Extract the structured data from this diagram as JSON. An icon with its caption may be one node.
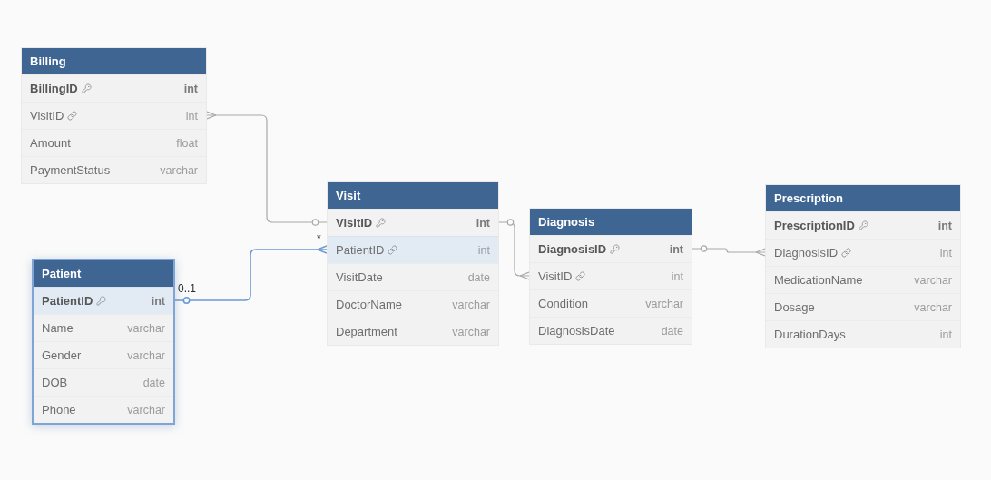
{
  "diagram": {
    "nodes": [
      {
        "text": [
          "Billing"
        ]
      },
      {
        "text": [
          "BillingID",
          "int"
        ],
        "in": 0
      },
      {
        "text": [
          "VisitID",
          "int"
        ],
        "in": 0
      },
      {
        "text": [
          "Amount",
          "float"
        ],
        "in": 0
      },
      {
        "text": [
          "PaymentStatus",
          "varchar"
        ],
        "in": 0
      },
      {
        "text": [
          "Patient"
        ]
      },
      {
        "text": [
          "PatientID",
          "int"
        ],
        "in": 5
      },
      {
        "text": [
          "Name",
          "varchar"
        ],
        "in": 5
      },
      {
        "text": [
          "Gender",
          "varchar"
        ],
        "in": 5
      },
      {
        "text": [
          "DOB",
          "date"
        ],
        "in": 5
      },
      {
        "text": [
          "Phone",
          "varchar"
        ],
        "in": 5
      },
      {
        "text": [
          "Visit"
        ]
      },
      {
        "text": [
          "VisitID",
          "int"
        ],
        "in": 11
      },
      {
        "text": [
          "PatientID",
          "int"
        ],
        "in": 11
      },
      {
        "text": [
          "VisitDate",
          "date"
        ],
        "in": 11
      },
      {
        "text": [
          "DoctorName",
          "varchar"
        ],
        "in": 11
      },
      {
        "text": [
          "Department",
          "varchar"
        ],
        "in": 11
      },
      {
        "text": [
          "Diagnosis"
        ]
      },
      {
        "text": [
          "DiagnosisID",
          "int"
        ],
        "in": 17
      },
      {
        "text": [
          "VisitID",
          "int"
        ],
        "in": 17
      },
      {
        "text": [
          "Condition",
          "varchar"
        ],
        "in": 17
      },
      {
        "text": [
          "DiagnosisDate",
          "date"
        ],
        "in": 17
      },
      {
        "text": [
          "Prescription"
        ]
      },
      {
        "text": [
          "PrescriptionID",
          "int"
        ],
        "in": 22
      },
      {
        "text": [
          "DiagnosisID",
          "int"
        ],
        "in": 22
      },
      {
        "text": [
          "MedicationName",
          "varchar"
        ],
        "in": 22
      },
      {
        "text": [
          "Dosage",
          "varchar"
        ],
        "in": 22
      },
      {
        "text": [
          "DurationDays",
          "int"
        ],
        "in": 22
      }
    ],
    "edges": [
      {
        "from": 12,
        "to": 2,
        "arrow": "other"
      },
      {
        "from": 12,
        "to": 19,
        "arrow": "other"
      },
      {
        "from": 18,
        "to": 24,
        "arrow": "other"
      },
      {
        "from": 6,
        "to": 13,
        "arrow": "other",
        "color": "#6b9ad3"
      }
    ],
    "labels": [
      "0..1",
      "*"
    ]
  }
}
